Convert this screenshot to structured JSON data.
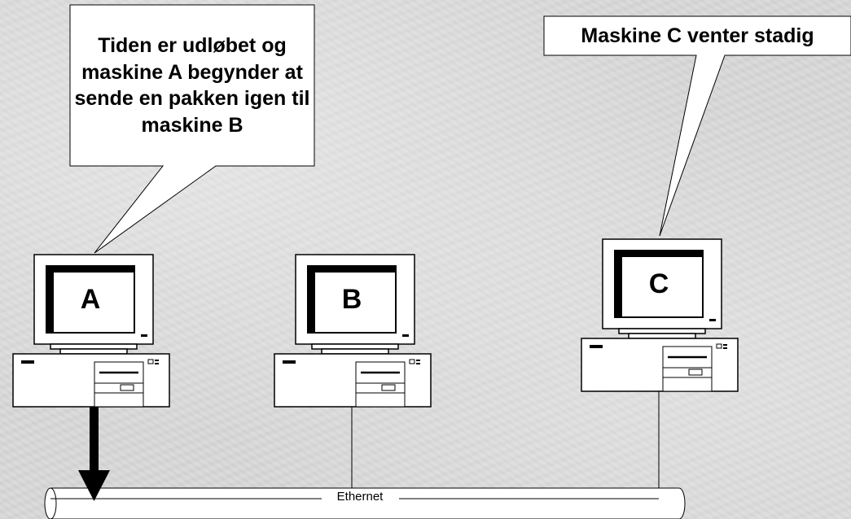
{
  "callouts": {
    "a": "Tiden er udløbet og maskine A begynder at sende en pakken igen til maskine B",
    "c": "Maskine C venter stadig"
  },
  "computers": [
    {
      "id": "a",
      "label": "A"
    },
    {
      "id": "b",
      "label": "B"
    },
    {
      "id": "c",
      "label": "C"
    }
  ],
  "network": {
    "label": "Ethernet"
  }
}
